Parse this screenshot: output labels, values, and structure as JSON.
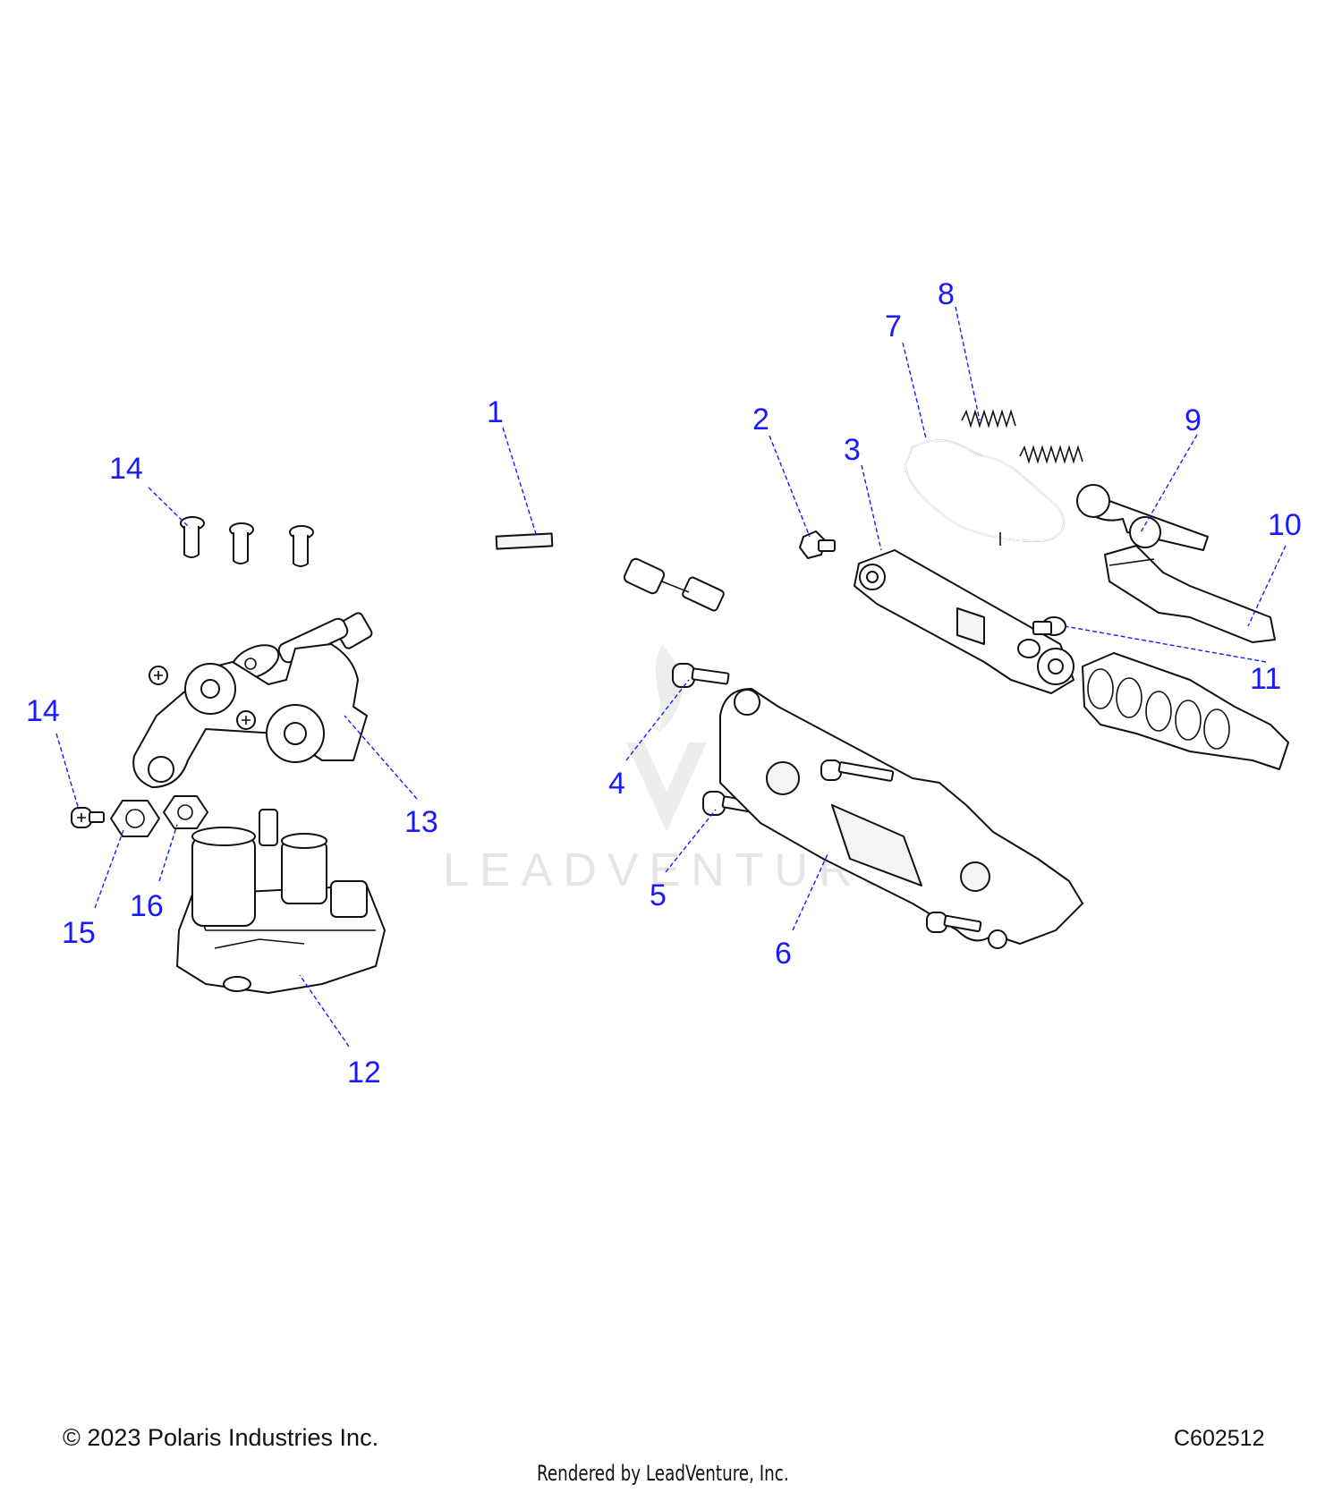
{
  "watermark": {
    "text": "LEADVENTURE"
  },
  "callouts": [
    {
      "id": "c1",
      "label": "1"
    },
    {
      "id": "c2",
      "label": "2"
    },
    {
      "id": "c3",
      "label": "3"
    },
    {
      "id": "c4",
      "label": "4"
    },
    {
      "id": "c5",
      "label": "5"
    },
    {
      "id": "c6",
      "label": "6"
    },
    {
      "id": "c7",
      "label": "7"
    },
    {
      "id": "c8",
      "label": "8"
    },
    {
      "id": "c9",
      "label": "9"
    },
    {
      "id": "c10",
      "label": "10"
    },
    {
      "id": "c11",
      "label": "11"
    },
    {
      "id": "c12",
      "label": "12"
    },
    {
      "id": "c13",
      "label": "13"
    },
    {
      "id": "c14a",
      "label": "14"
    },
    {
      "id": "c14b",
      "label": "14"
    },
    {
      "id": "c15",
      "label": "15"
    },
    {
      "id": "c16",
      "label": "16"
    }
  ],
  "footer": {
    "copyright": "© 2023 Polaris Industries Inc.",
    "rendered_by": "Rendered by LeadVenture, Inc.",
    "diagram_code": "C602512"
  }
}
